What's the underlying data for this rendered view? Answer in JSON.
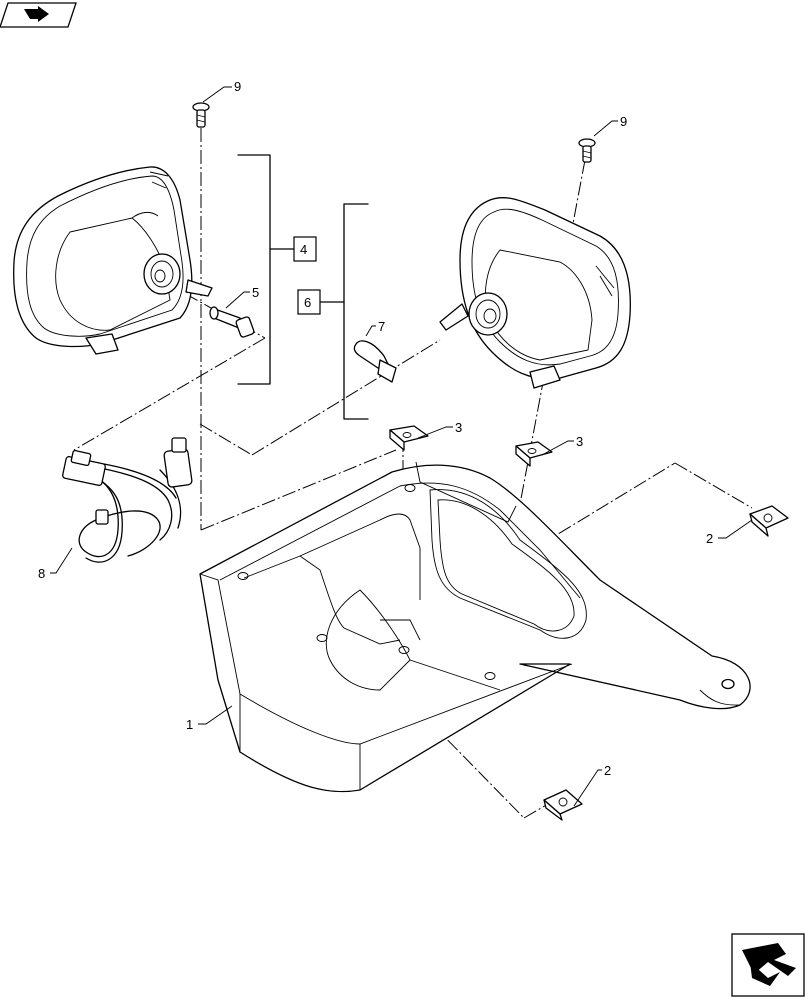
{
  "callouts": {
    "c9a": "9",
    "c9b": "9",
    "c4": "4",
    "c5": "5",
    "c6": "6",
    "c7": "7",
    "c3a": "3",
    "c3b": "3",
    "c2a": "2",
    "c2b": "2",
    "c8": "8",
    "c1": "1"
  },
  "icons": {
    "top_left": "previous-page-arrow-icon",
    "bottom_right": "next-page-arrow-icon"
  }
}
